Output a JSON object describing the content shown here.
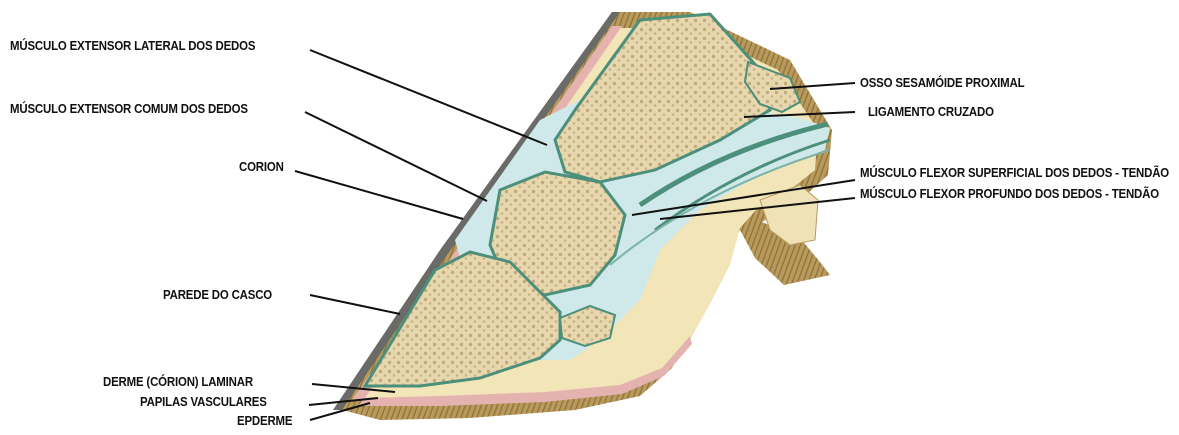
{
  "colors": {
    "bone_fill": "#e7d7ae",
    "bone_texture": "#b59a68",
    "cartilage": "#a8d3d6",
    "tendon": "#cfe9ea",
    "tendon_dark": "#4c8f7a",
    "soft_tissue": "#f2e6b8",
    "hoof_wall": "#b89a5c",
    "hoof_dark": "#6a6a66",
    "corium": "#e4b3b0",
    "leader_line": "#111111"
  },
  "labels": {
    "extensor_lateral": "MÚSCULO EXTENSOR LATERAL DOS DEDOS",
    "extensor_comum": "MÚSCULO EXTENSOR COMUM DOS DEDOS",
    "corion": "CORION",
    "parede": "PAREDE DO CASCO",
    "derme": "DERME (CÓRION) LAMINAR",
    "papilas": "PAPILAS VASCULARES",
    "epiderme": "EPDERME",
    "sesamoide": "OSSO SESAMÓIDE PROXIMAL",
    "ligamento": "LIGAMENTO CRUZADO",
    "flexor_superficial": "MÚSCULO FLEXOR SUPERFICIAL DOS DEDOS - TENDÃO",
    "flexor_profundo": "MÚSCULO FLEXOR PROFUNDO DOS DEDOS - TENDÃO"
  }
}
